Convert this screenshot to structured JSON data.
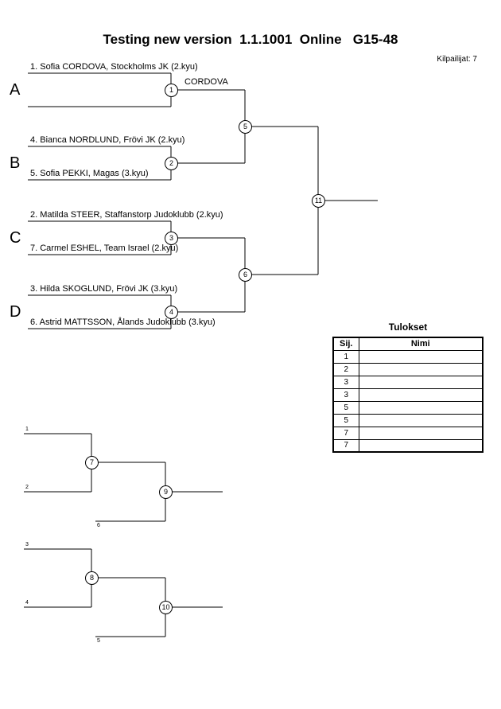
{
  "header": {
    "title": "Testing new version  1.1.1001  Online   G15-48",
    "competitors_label": "Kilpailijat: 7"
  },
  "main_bracket": {
    "pools": [
      {
        "letter": "A",
        "match_number": "1",
        "top_name": "1. Sofia CORDOVA, Stockholms JK (2.kyu)",
        "bottom_name": "",
        "winner_label": "CORDOVA"
      },
      {
        "letter": "B",
        "match_number": "2",
        "top_name": "4. Bianca NORDLUND, Frövi JK (2.kyu)",
        "bottom_name": "5. Sofia PEKKI, Magas (3.kyu)",
        "winner_label": ""
      },
      {
        "letter": "C",
        "match_number": "3",
        "top_name": "2. Matilda STEER, Staffanstorp Judoklubb (2.kyu)",
        "bottom_name": "7. Carmel ESHEL, Team Israel (2.kyu)",
        "winner_label": ""
      },
      {
        "letter": "D",
        "match_number": "4",
        "top_name": "3. Hilda SKOGLUND, Frövi JK (3.kyu)",
        "bottom_name": "6. Astrid MATTSSON, Ålands Judoklubb (3.kyu)",
        "winner_label": ""
      }
    ],
    "semifinal_match_numbers": [
      "5",
      "6"
    ],
    "final_match_number": "11"
  },
  "results_table": {
    "title": "Tulokset",
    "columns": [
      "Sij.",
      "Nimi"
    ],
    "rows": [
      {
        "place": "1",
        "name": ""
      },
      {
        "place": "2",
        "name": ""
      },
      {
        "place": "3",
        "name": ""
      },
      {
        "place": "3",
        "name": ""
      },
      {
        "place": "5",
        "name": ""
      },
      {
        "place": "5",
        "name": ""
      },
      {
        "place": "7",
        "name": ""
      },
      {
        "place": "7",
        "name": ""
      }
    ]
  },
  "repechage": {
    "bracket1": {
      "slot_labels": [
        "1",
        "2",
        "6"
      ],
      "first_match_number": "7",
      "second_match_number": "9"
    },
    "bracket2": {
      "slot_labels": [
        "3",
        "4",
        "5"
      ],
      "first_match_number": "8",
      "second_match_number": "10"
    }
  }
}
